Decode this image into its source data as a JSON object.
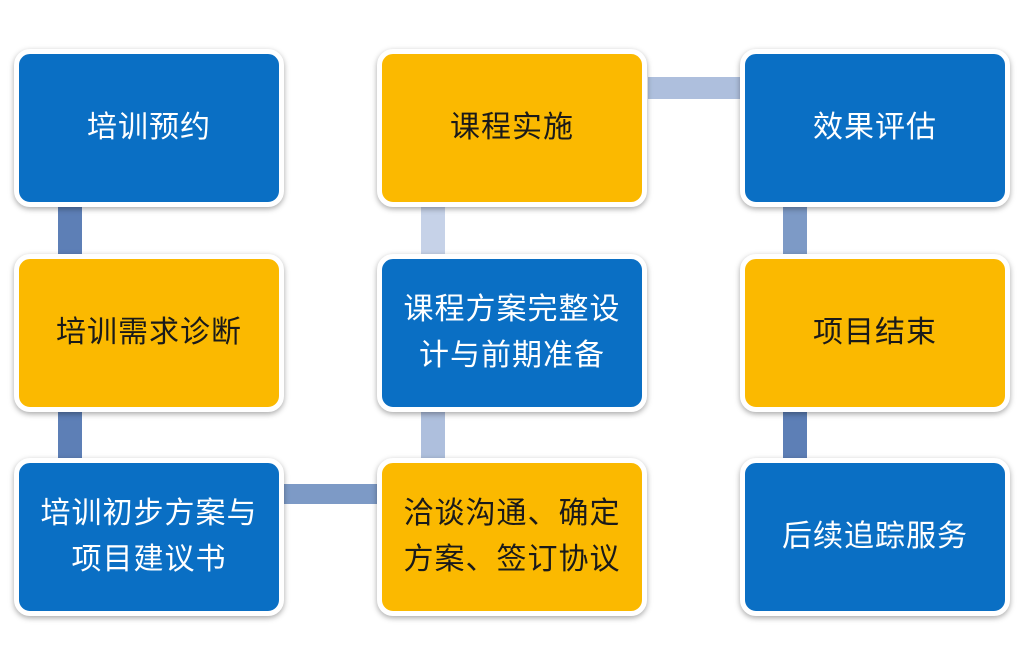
{
  "diagram": {
    "nodes": [
      {
        "id": "n1",
        "label": "培训预约",
        "color": "#0a6fc4"
      },
      {
        "id": "n2",
        "label": "培训需求诊断",
        "color": "#fbb900"
      },
      {
        "id": "n3",
        "label": "培训初步方案与\n项目建议书",
        "color": "#0a6fc4"
      },
      {
        "id": "n4",
        "label": "洽谈沟通、确定\n方案、签订协议",
        "color": "#fbb900"
      },
      {
        "id": "n5",
        "label": "课程方案完整设\n计与前期准备",
        "color": "#0a6fc4"
      },
      {
        "id": "n6",
        "label": "课程实施",
        "color": "#fbb900"
      },
      {
        "id": "n7",
        "label": "效果评估",
        "color": "#0a6fc4"
      },
      {
        "id": "n8",
        "label": "项目结束",
        "color": "#fbb900"
      },
      {
        "id": "n9",
        "label": "后续追踪服务",
        "color": "#0a6fc4"
      }
    ],
    "edges": [
      {
        "from": "n1",
        "to": "n2"
      },
      {
        "from": "n2",
        "to": "n3"
      },
      {
        "from": "n3",
        "to": "n4"
      },
      {
        "from": "n4",
        "to": "n5"
      },
      {
        "from": "n5",
        "to": "n6"
      },
      {
        "from": "n6",
        "to": "n7"
      },
      {
        "from": "n7",
        "to": "n8"
      },
      {
        "from": "n8",
        "to": "n9"
      }
    ],
    "colors": {
      "blue": "#0a6fc4",
      "gold": "#fbb900",
      "connector_dark": "#5d7fb6",
      "connector_light": "#aebfdd"
    }
  }
}
